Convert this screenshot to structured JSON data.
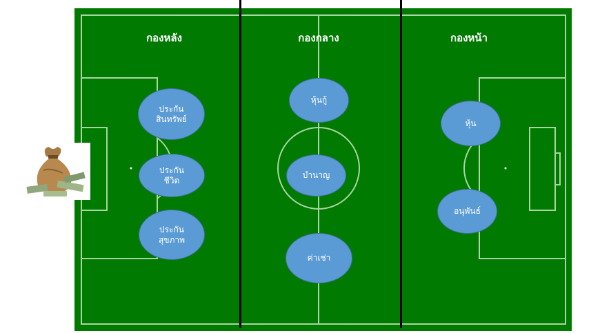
{
  "zones": [
    {
      "title": "กองหลัง",
      "items": [
        {
          "lines": [
            "ประกัน",
            "สินทรัพย์"
          ]
        },
        {
          "lines": [
            "ประกัน",
            "ชีวิต"
          ]
        },
        {
          "lines": [
            "ประกัน",
            "สุขภาพ"
          ]
        }
      ]
    },
    {
      "title": "กองกลาง",
      "items": [
        {
          "lines": [
            "หุ้นกู้"
          ]
        },
        {
          "lines": [
            "บำนาญ"
          ]
        },
        {
          "lines": [
            "ค่าเช่า"
          ]
        }
      ]
    },
    {
      "title": "กองหน้า",
      "items": [
        {
          "lines": [
            "หุ้น"
          ]
        },
        {
          "lines": [
            "อนุพันธ์"
          ]
        }
      ]
    }
  ],
  "colors": {
    "field": "#007a00",
    "bubble": "#5b9bd5",
    "divider": "#000000"
  }
}
